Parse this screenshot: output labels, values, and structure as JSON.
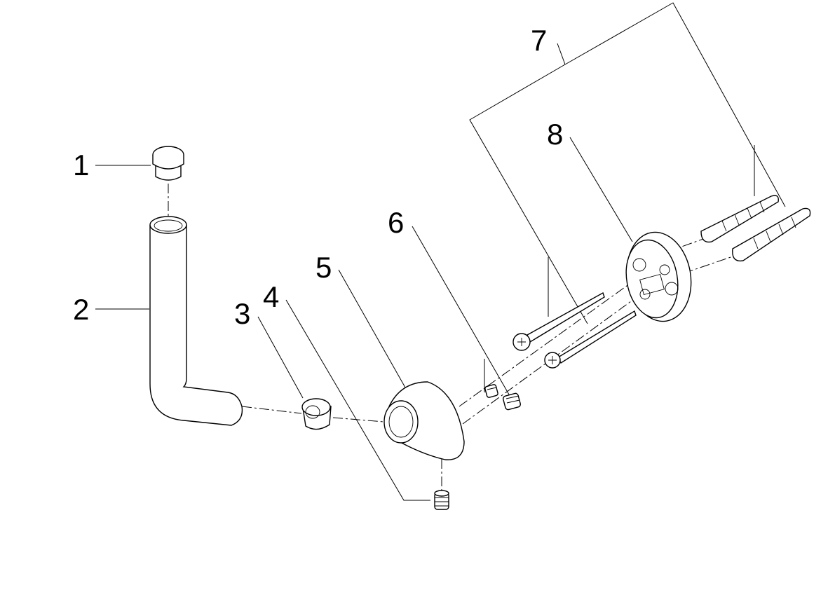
{
  "callouts": [
    {
      "id": "1",
      "part": "cap"
    },
    {
      "id": "2",
      "part": "bent-tube"
    },
    {
      "id": "3",
      "part": "bushing"
    },
    {
      "id": "4",
      "part": "grub-screw"
    },
    {
      "id": "5",
      "part": "cone-holder"
    },
    {
      "id": "6",
      "part": "set-screw"
    },
    {
      "id": "7",
      "part": "fixing-set"
    },
    {
      "id": "8",
      "part": "wall-rosette"
    }
  ],
  "colors": {
    "stroke": "#000000",
    "background": "#ffffff"
  }
}
